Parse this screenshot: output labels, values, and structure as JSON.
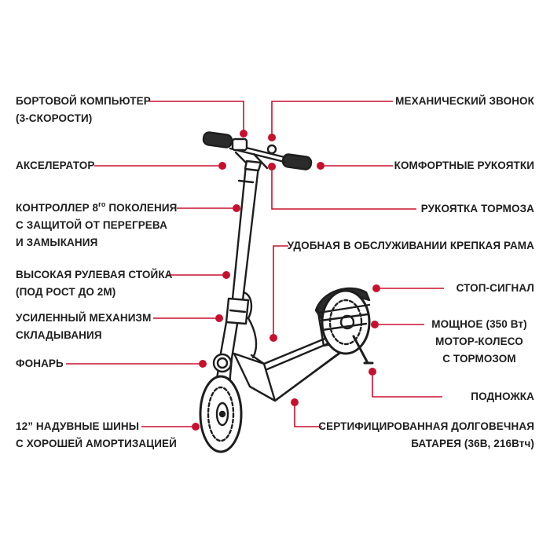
{
  "accent_color": "#c8102e",
  "ink_color": "#1e1e1e",
  "left_labels": {
    "computer": {
      "line1": "БОРТОВОЙ КОМПЬЮТЕР",
      "line2": "(3-СКОРОСТИ)"
    },
    "accelerator": {
      "line1": "АКСЕЛЕРАТОР"
    },
    "controller": {
      "line1_a": "КОНТРОЛЛЕР 8",
      "line1_sup": "го",
      "line1_b": " ПОКОЛЕНИЯ",
      "line2": "С ЗАЩИТОЙ ОТ ПЕРЕГРЕВА",
      "line3": "И ЗАМЫКАНИЯ"
    },
    "stem": {
      "line1": "ВЫСОКАЯ РУЛЕВАЯ СТОЙКА",
      "line2": "(ПОД РОСТ ДО 2М)"
    },
    "folding": {
      "line1": "УСИЛЕННЫЙ МЕХАНИЗМ",
      "line2": "СКЛАДЫВАНИЯ"
    },
    "headlight": {
      "line1": "ФОНАРЬ"
    },
    "tires": {
      "line1": "12” НАДУВНЫЕ ШИНЫ",
      "line2": "С ХОРОШЕЙ АМОРТИЗАЦИЕЙ"
    }
  },
  "right_labels": {
    "bell": {
      "line1": "МЕХАНИЧЕСКИЙ ЗВОНОК"
    },
    "grips": {
      "line1": "КОМФОРТНЫЕ РУКОЯТКИ"
    },
    "brake_lever": {
      "line1": "РУКОЯТКА ТОРМОЗА"
    },
    "frame": {
      "line1": "УДОБНАЯ В ОБСЛУЖИВАНИИ КРЕПКАЯ РАМА"
    },
    "stop_light": {
      "line1": "СТОП-СИГНАЛ"
    },
    "motor": {
      "line1": "МОЩНОЕ (350 Вт)",
      "line2": "МОТОР-КОЛЕСО",
      "line3": "С ТОРМОЗОМ"
    },
    "kickstand": {
      "line1": "ПОДНОЖКА"
    },
    "battery": {
      "line1": "СЕРТИФИЦИРОВАННАЯ ДОЛГОВЕЧНАЯ",
      "line2": "БАТАРЕЯ (36В, 216Втч)"
    }
  }
}
